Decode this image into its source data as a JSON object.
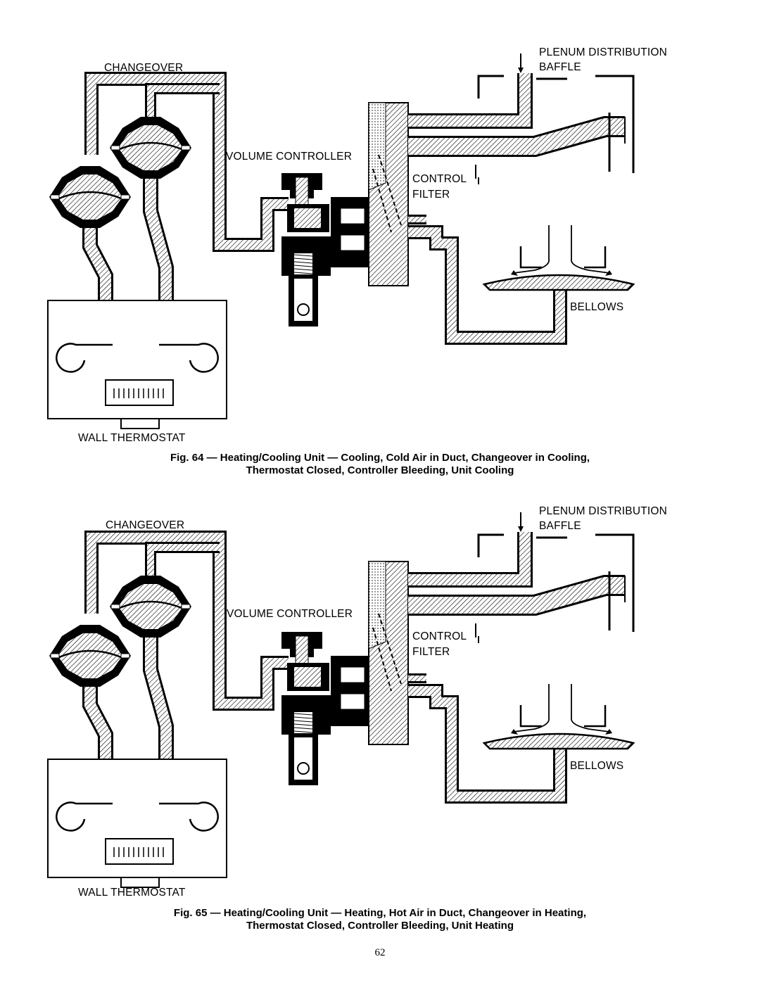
{
  "figures": [
    {
      "labels": {
        "changeover": "CHANGEOVER",
        "plenum_distribution": "PLENUM DISTRIBUTION",
        "baffle": "BAFFLE",
        "volume_controller": "VOLUME CONTROLLER",
        "control": "CONTROL",
        "filter": "FILTER",
        "bellows": "BELLOWS",
        "wall_thermostat": "WALL THERMOSTAT"
      },
      "caption_line1": "Fig. 64 — Heating/Cooling Unit — Cooling, Cold Air in Duct, Changeover in Cooling,",
      "caption_line2": "Thermostat Closed, Controller Bleeding, Unit Cooling"
    },
    {
      "labels": {
        "changeover": "CHANGEOVER",
        "plenum_distribution": "PLENUM DISTRIBUTION",
        "baffle": "BAFFLE",
        "volume_controller": "VOLUME CONTROLLER",
        "control": "CONTROL",
        "filter": "FILTER",
        "bellows": "BELLOWS",
        "wall_thermostat": "WALL THERMOSTAT"
      },
      "caption_line1": "Fig. 65 — Heating/Cooling Unit — Heating, Hot Air in Duct, Changeover in Heating,",
      "caption_line2": "Thermostat Closed, Controller Bleeding, Unit Heating"
    }
  ],
  "page_number": "62"
}
